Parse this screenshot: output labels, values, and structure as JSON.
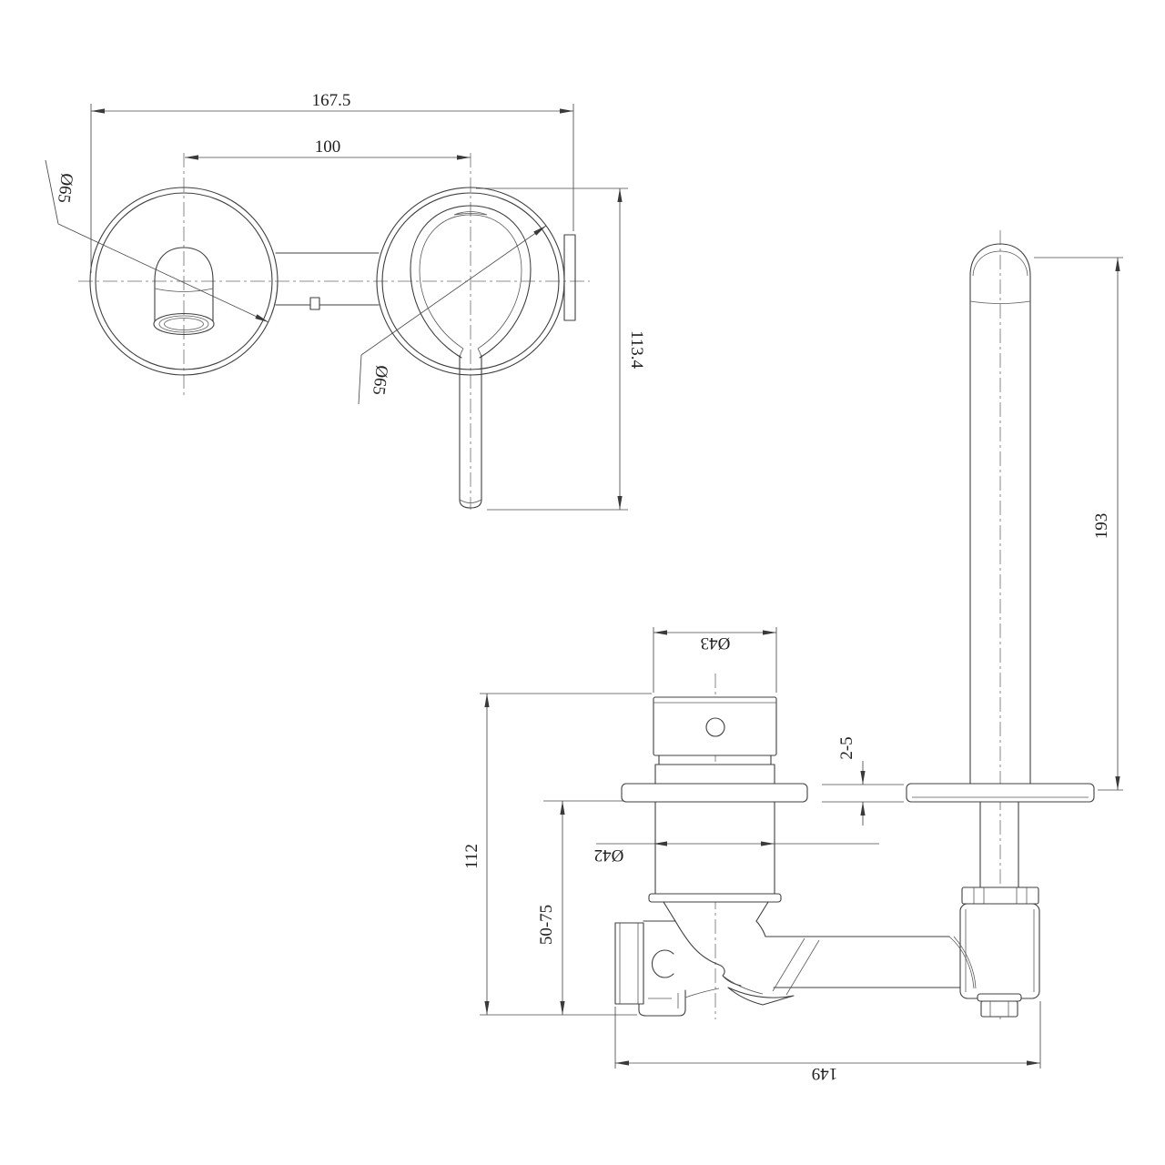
{
  "drawing": {
    "type": "technical-dimension-drawing",
    "product": "wall-mounted basin mixer tap with spout and single-lever valve",
    "colors": {
      "background": "#ffffff",
      "object_line": "#3f3f3f",
      "dimension_line": "#4a4a4a",
      "text": "#1f1f1f"
    },
    "views": {
      "front": {
        "label_overall_width": "167.5",
        "label_spout_to_handle_centers": "100",
        "label_spout_escutcheon_diameter": "Ø65",
        "label_handle_escutcheon_diameter": "Ø65",
        "label_overall_height": "113.4"
      },
      "spout_side": {
        "label_spout_length": "193",
        "label_wall_plate_gap": "2-5"
      },
      "valve_side": {
        "label_handle_trim_diameter": "Ø43",
        "label_sleeve_diameter": "Ø42",
        "label_overall_depth": "112",
        "label_rough_in_range": "50-75",
        "label_body_length": "149"
      }
    }
  }
}
